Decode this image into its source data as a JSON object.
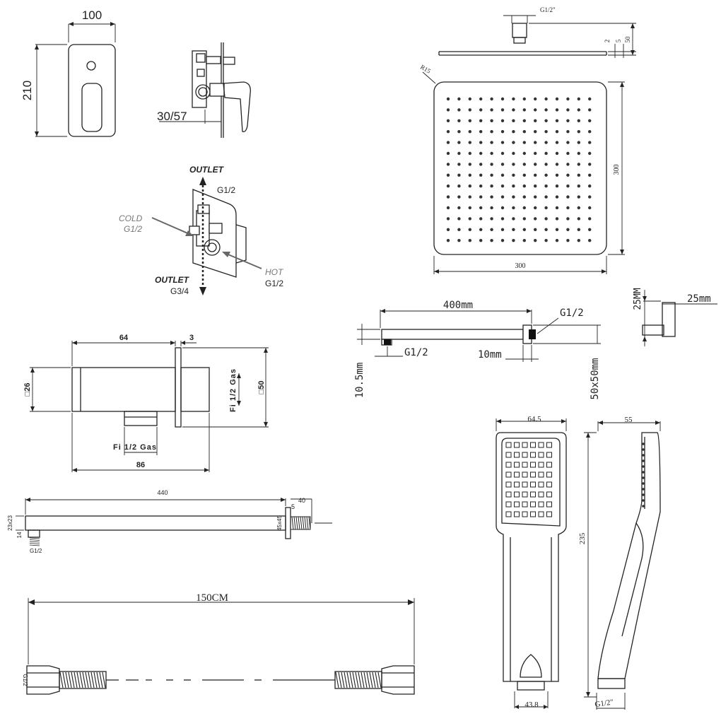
{
  "mixer": {
    "width": "100",
    "height": "210",
    "depth": "30/57"
  },
  "valve_ports": {
    "outlet_top": "OUTLET",
    "outlet_top_size": "G1/2",
    "cold": "COLD",
    "cold_size": "G1/2",
    "hot": "HOT",
    "hot_size": "G1/2",
    "outlet_bottom": "OUTLET",
    "outlet_bottom_size": "G3/4"
  },
  "rain_head": {
    "thread": "G1/2\"",
    "dim_2": "2",
    "dim_5": "5",
    "dim_50": "50",
    "radius": "R15",
    "width": "300",
    "height": "300"
  },
  "wall_arm": {
    "length": "400mm",
    "thread_right": "G1/2",
    "thread_left": "G1/2",
    "flange_thk": "10mm",
    "tube_dia": "10.5mm",
    "flange_size": "50x50mm",
    "side_h": "25MM",
    "side_w": "25mm"
  },
  "wall_outlet": {
    "depth": "64",
    "flange": "3",
    "body": "□26",
    "plate": "□50",
    "side_thread": "Fi 1/2 Gas",
    "bottom_thread": "Fi 1/2 Gas",
    "total": "86"
  },
  "ceiling_arm": {
    "length": "440",
    "end": "40",
    "flange_thk": "5",
    "section": "23x23",
    "tube": "14",
    "thread": "G1/2",
    "plate": "45x45"
  },
  "hand_shower": {
    "head_width": "64.5",
    "side_depth": "55",
    "length": "235",
    "base_width": "43.8",
    "thread": "G1/2\""
  },
  "hose": {
    "length": "150CM",
    "thread": "G1/2"
  }
}
